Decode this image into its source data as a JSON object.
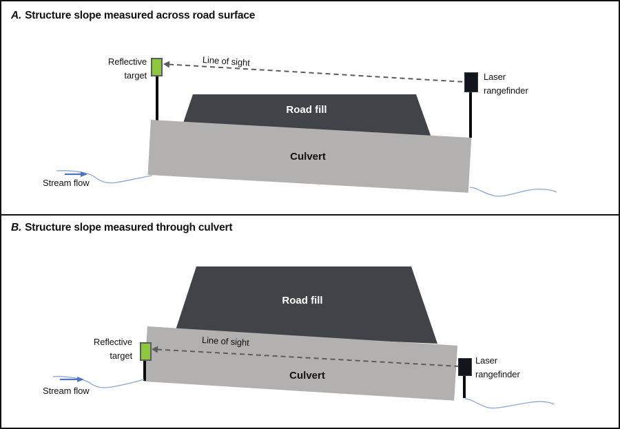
{
  "colors": {
    "road_fill": "#404347",
    "culvert": "#b3b1af",
    "reflective_target_green": "#8dc63f",
    "laser_rangefinder_black": "#12151c",
    "line_of_sight_gray": "#595b5e",
    "stream_blue": "#8ba5d3",
    "stream_arrow_blue": "#4f74bf",
    "text": "#111111"
  },
  "panelA": {
    "title_prefix": "A.",
    "title": "Structure slope measured across road surface",
    "reflective_target_label": "Reflective target",
    "line_of_sight_label": "Line of sight",
    "laser_rangefinder_label": "Laser rangefinder",
    "road_fill_label": "Road fill",
    "culvert_label": "Culvert",
    "stream_flow_label": "Stream flow"
  },
  "panelB": {
    "title_prefix": "B.",
    "title": "Structure slope measured through culvert",
    "reflective_target_label": "Reflective target",
    "line_of_sight_label": "Line of sight",
    "laser_rangefinder_label": "Laser rangefinder",
    "road_fill_label": "Road fill",
    "culvert_label": "Culvert",
    "stream_flow_label": "Stream flow"
  }
}
